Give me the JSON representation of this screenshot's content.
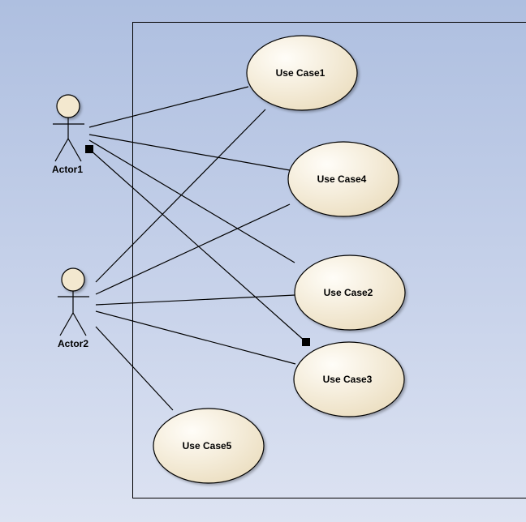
{
  "diagram": {
    "actors": [
      {
        "id": "actor1",
        "label": "Actor1"
      },
      {
        "id": "actor2",
        "label": "Actor2"
      }
    ],
    "use_cases": [
      {
        "id": "uc1",
        "label": "Use Case1"
      },
      {
        "id": "uc4",
        "label": "Use Case4"
      },
      {
        "id": "uc2",
        "label": "Use Case2"
      },
      {
        "id": "uc3",
        "label": "Use Case3"
      },
      {
        "id": "uc5",
        "label": "Use Case5"
      }
    ],
    "associations": [
      {
        "from": "actor1",
        "to": "uc1"
      },
      {
        "from": "actor1",
        "to": "uc4"
      },
      {
        "from": "actor1",
        "to": "uc2"
      },
      {
        "from": "actor1",
        "to": "uc3",
        "end_markers": "square"
      },
      {
        "from": "actor2",
        "to": "uc1"
      },
      {
        "from": "actor2",
        "to": "uc4"
      },
      {
        "from": "actor2",
        "to": "uc2"
      },
      {
        "from": "actor2",
        "to": "uc3"
      },
      {
        "from": "actor2",
        "to": "uc5"
      }
    ],
    "colors": {
      "use_case_fill_light": "#fffdf8",
      "use_case_fill_dark": "#efe3c8",
      "actor_head_fill": "#f3e8cf",
      "stroke": "#000000"
    }
  }
}
